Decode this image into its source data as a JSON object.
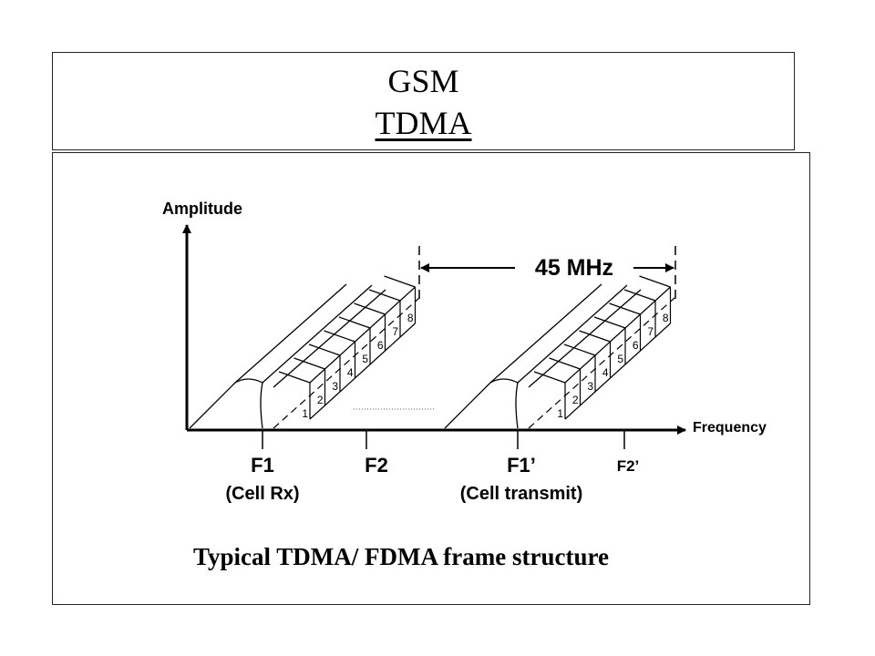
{
  "header": {
    "title_line1": "GSM",
    "title_line2": "TDMA"
  },
  "diagram": {
    "y_axis_label": "Amplitude",
    "x_axis_label": "Frequency",
    "separation_label": "45 MHz",
    "slot_numbers": [
      "1",
      "2",
      "3",
      "4",
      "5",
      "6",
      "7",
      "8"
    ],
    "markers": [
      {
        "label": "F1",
        "sub": "(Cell Rx)"
      },
      {
        "label": "F2",
        "sub": ""
      },
      {
        "label": "F1’",
        "sub": "(Cell transmit)"
      },
      {
        "label": "F2’",
        "sub": ""
      }
    ],
    "caption": "Typical TDMA/ FDMA frame structure",
    "colors": {
      "line": "#000000",
      "dotted": "#666666",
      "background": "#ffffff"
    }
  }
}
